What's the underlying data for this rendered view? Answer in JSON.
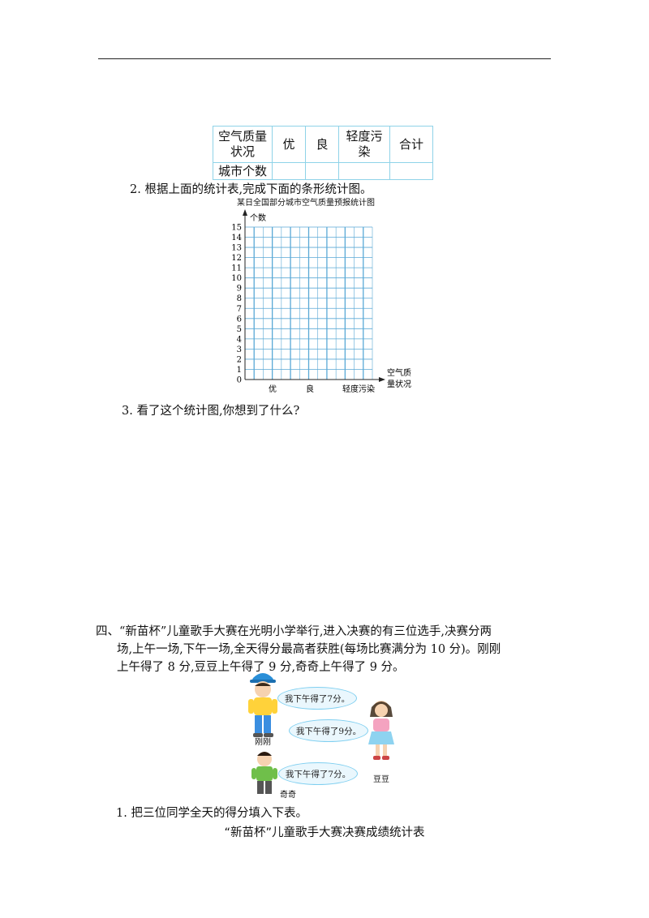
{
  "air_table": {
    "header": [
      "空气质量状况",
      "优",
      "良",
      "轻度污染",
      "合计"
    ],
    "header_lines": [
      [
        "空气质量",
        "状况"
      ],
      [
        "优"
      ],
      [
        "良"
      ],
      [
        "轻度污",
        "染"
      ],
      [
        "合计"
      ]
    ],
    "row_label": "城市个数"
  },
  "q2": "2. 根据上面的统计表,完成下面的条形统计图。",
  "chart_data": {
    "type": "bar",
    "title": "某日全国部分城市空气质量预报统计图",
    "ylabel": "个数",
    "xlabel": "空气质量状况",
    "xlabel_lines": [
      "空气质",
      "量状况"
    ],
    "categories": [
      "优",
      "良",
      "轻度污染"
    ],
    "values": [],
    "yticks": [
      0,
      1,
      2,
      3,
      4,
      5,
      6,
      7,
      8,
      9,
      10,
      11,
      12,
      13,
      14,
      15
    ],
    "ylim": [
      0,
      15
    ],
    "grid": true
  },
  "q3": "3. 看了这个统计图,你想到了什么?",
  "section4": {
    "lines": [
      "四、“新苗杯”儿童歌手大赛在光明小学举行,进入决赛的有三位选手,决赛分两",
      "场,上午一场,下午一场,全天得分最高者获胜(每场比赛满分为 10 分)。刚刚",
      "上午得了 8 分,豆豆上午得了 9 分,奇奇上午得了 9 分。"
    ]
  },
  "illustration": {
    "bubbles": [
      "我下午得了7分。",
      "我下午得了9分。",
      "我下午得了7分。"
    ],
    "names": [
      "刚刚",
      "豆豆",
      "奇奇"
    ]
  },
  "q4_1": "1. 把三位同学全天的得分填入下表。",
  "final_table_title": "“新苗杯”儿童歌手大赛决赛成绩统计表",
  "colors": {
    "grid": "#5aa9d6",
    "table_border": "#8fd3e8",
    "bubble_fill": "#eaf7fd",
    "bubble_border": "#7fcff0"
  }
}
